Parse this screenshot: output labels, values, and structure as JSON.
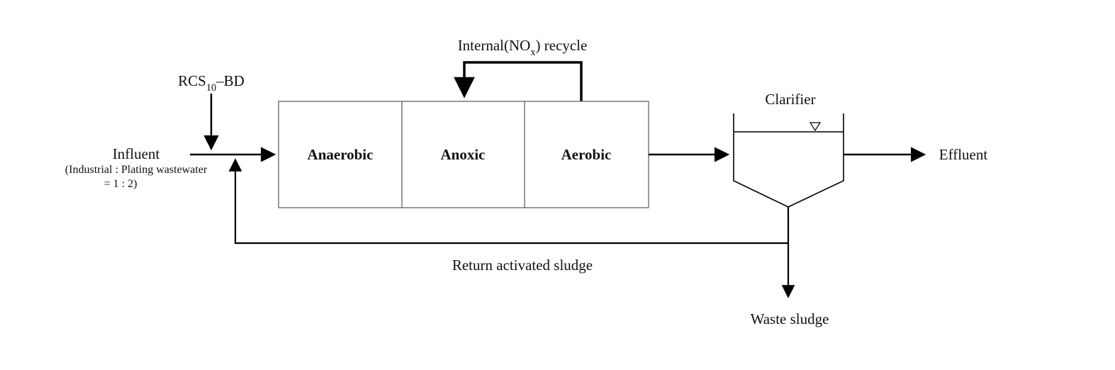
{
  "diagram": {
    "internal_recycle": {
      "pre": "Internal(NO",
      "sub": "x",
      "post": ") recycle"
    },
    "rcs": {
      "pre": "RCS",
      "sub": "10",
      "post": "–BD"
    },
    "influent": {
      "label": "Influent",
      "detail_line1": "(Industrial : Plating wastewater",
      "detail_line2": "= 1 : 2)"
    },
    "tanks": [
      {
        "label": "Anaerobic"
      },
      {
        "label": "Anoxic"
      },
      {
        "label": "Aerobic"
      }
    ],
    "clarifier_label": "Clarifier",
    "effluent_label": "Effluent",
    "return_sludge_label": "Return activated sludge",
    "waste_sludge_label": "Waste sludge"
  },
  "colors": {
    "background": "#ffffff",
    "line": "#000000",
    "box_border": "#6e6e6e"
  }
}
